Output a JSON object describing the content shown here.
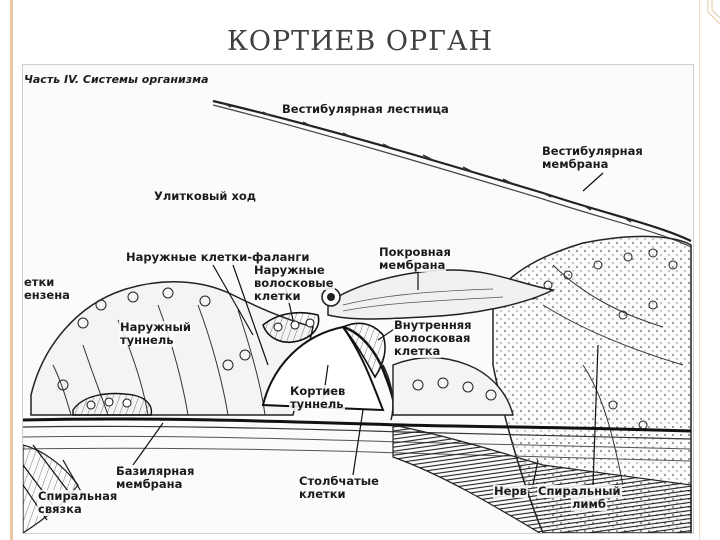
{
  "slide": {
    "title": "КОРТИЕВ ОРГАН"
  },
  "figure": {
    "header": "Часть IV. Системы организма",
    "labels": {
      "vestibular_ladder": "Вестибулярная лестница",
      "vestibular_membrane_1": "Вестибулярная",
      "vestibular_membrane_2": "мембрана",
      "cochlear_duct": "Улитковый ход",
      "outer_phalanx": "Наружные клетки-фаланги",
      "outer_hair_1": "Наружные",
      "outer_hair_2": "волосковые",
      "outer_hair_3": "клетки",
      "tectorial_1": "Покровная",
      "tectorial_2": "мембрана",
      "cells_left_1": "етки",
      "cells_left_2": "ензена",
      "outer_tunnel_1": "Наружный",
      "outer_tunnel_2": "туннель",
      "inner_hair_1": "Внутренняя",
      "inner_hair_2": "волосковая",
      "inner_hair_3": "клетка",
      "corti_tunnel_1": "Кортиев",
      "corti_tunnel_2": "туннель",
      "basilar_1": "Базилярная",
      "basilar_2": "мембрана",
      "pillar_1": "Столбчатые",
      "pillar_2": "клетки",
      "spiral_ligament_1": "Спиральная",
      "spiral_ligament_2": "связка",
      "nerve": "Нерв",
      "spiral_limbus_1": "Спиральный",
      "spiral_limbus_2": "лимб"
    }
  }
}
